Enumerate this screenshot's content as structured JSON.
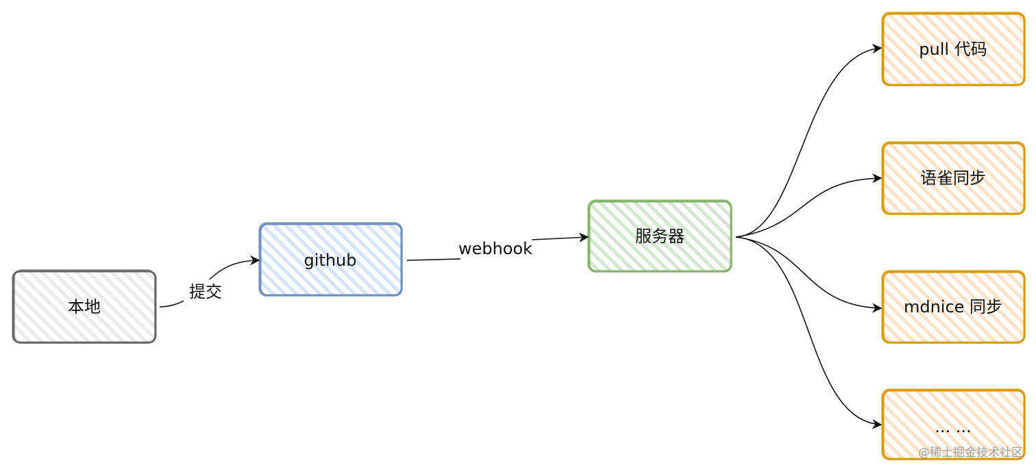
{
  "nodes": {
    "local": {
      "label": "本地",
      "color": "#666666",
      "fill": "#f2f2f2"
    },
    "github": {
      "label": "github",
      "color": "#6c8ebf",
      "fill": "#dae8fc"
    },
    "server": {
      "label": "服务器",
      "color": "#82b366",
      "fill": "#d5e8d4"
    },
    "pull": {
      "label": "pull 代码",
      "color": "#d79b00",
      "fill": "#ffe6cc"
    },
    "yuque": {
      "label": "语雀同步",
      "color": "#d79b00",
      "fill": "#ffe6cc"
    },
    "mdnice": {
      "label": "mdnice 同步",
      "color": "#d79b00",
      "fill": "#ffe6cc"
    },
    "more": {
      "label": "... ...",
      "color": "#d79b00",
      "fill": "#ffe6cc"
    }
  },
  "edges": {
    "commit": {
      "label": "提交"
    },
    "webhook": {
      "label": "webhook"
    }
  },
  "watermark": {
    "text": "@稀土掘金技术社区"
  }
}
